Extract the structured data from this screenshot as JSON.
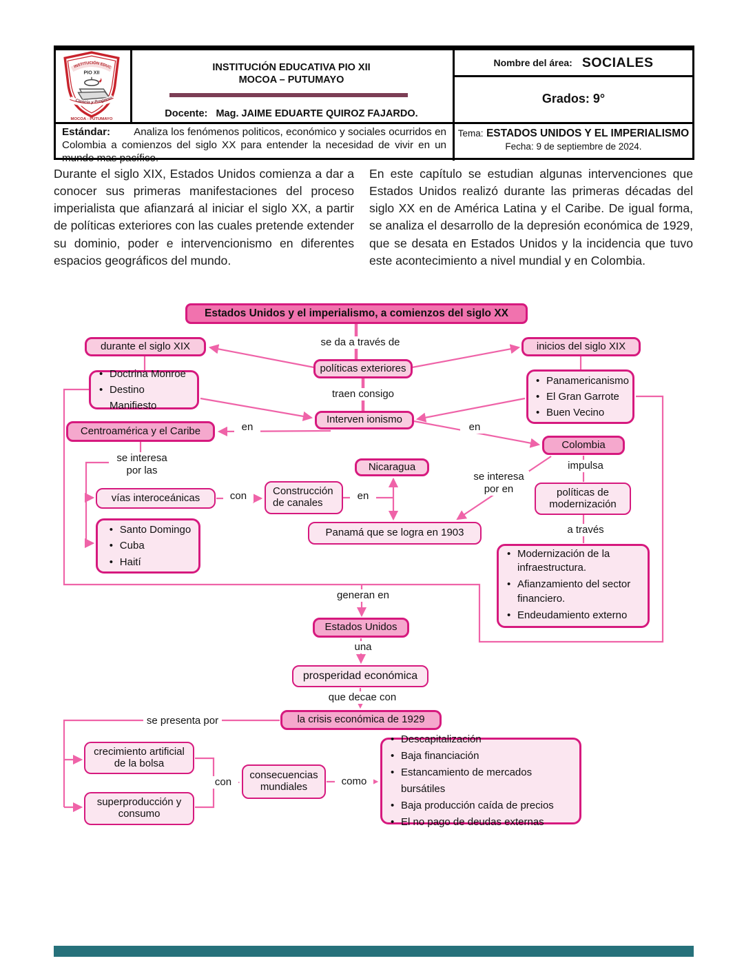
{
  "page": {
    "footer_bar_color": "#26717b"
  },
  "header": {
    "logo": {
      "banner_text": "INSTITUCIÓN EDUCATIVA",
      "name": "PIO XII",
      "motto": "Ciencia y Progreso",
      "city": "MOCOA - PUTUMAYO"
    },
    "school_line1": "INSTITUCIÓN EDUCATIVA PIO XII",
    "school_line2": "MOCOA – PUTUMAYO",
    "docente_label": "Docente:",
    "docente_value": "Mag. JAIME EDUARTE QUIROZ FAJARDO.",
    "area_label": "Nombre del área:",
    "area_value": "SOCIALES",
    "grados": "Grados: 9°",
    "estandar_label": "Estándar:",
    "estandar_text": "Analiza los fenómenos politicos, económico y sociales ocurridos en Colombia a comienzos del siglo XX para entender la necesidad de vivir en un mundo mas pacífico.",
    "tema_label": "Tema:",
    "tema_value": "ESTADOS UNIDOS Y EL IMPERIALISMO",
    "fecha": "Fecha: 9 de septiembre de 2024."
  },
  "intro": {
    "left_paragraph": "Durante el siglo XIX, Estados Unidos comienza a dar a conocer sus primeras manifestaciones del proceso imperialista que afianzará al iniciar el siglo XX, a partir de políticas exteriores con las cuales pretende extender su dominio, poder e intervencionismo en diferentes espacios geográficos del mundo.",
    "right_paragraph": "En este capítulo se estudian algunas intervenciones que Estados Unidos realizó durante las primeras décadas del siglo XX en de América Latina y el Caribe. De igual forma, se analiza el desarrollo de la depresión económica de 1929, que se desata en Estados Unidos y la incidencia que tuvo este acontecimiento a nivel mundial y en Colombia."
  },
  "diagram": {
    "palette": {
      "border": "#d6197e",
      "strong_fill": "#f172ae",
      "medium_fill": "#f5a8cd",
      "soft_fill": "#f9cce0",
      "light_fill": "#fbe6f0",
      "line": "#ef63a8"
    },
    "title": "Estados Unidos y el imperialismo, a comienzos del siglo XX",
    "nodes": {
      "durante": "durante el siglo XIX",
      "inicios": "inicios del siglo XIX",
      "politicas_exteriores": "políticas exteriores",
      "intervencionismo": "Interven ionismo",
      "centroamerica": "Centroamérica y el Caribe",
      "colombia": "Colombia",
      "nicaragua": "Nicaragua",
      "politicas_modernizacion": "políticas de modernización",
      "vias": "vías interoceánicas",
      "construccion": "Construcción de canales",
      "panama": "Panamá que se logra en 1903",
      "estados_unidos": "Estados Unidos",
      "prosperidad": "prosperidad económica",
      "crisis": "la crisis económica de 1929",
      "crecimiento": "crecimiento artificial de la bolsa",
      "superproduccion": "superproducción y consumo",
      "consecuencias": "consecuencias mundiales",
      "doctrinas": [
        "Doctrina Monroe",
        "Destino Manifiesto"
      ],
      "politicas_items": [
        "Panamericanismo",
        "El Gran Garrote",
        "Buen Vecino"
      ],
      "islas": [
        "Santo Domingo",
        "Cuba",
        "Haití"
      ],
      "modernizacion_items": [
        "Modernización de la infraestructura.",
        "Afianzamiento del sector financiero.",
        "Endeudamiento externo"
      ],
      "consecuencias_items": [
        "Descapitalización",
        "Baja financiación",
        "Estancamiento de mercados bursátiles",
        "Baja producción caída de precios",
        "El no pago de deudas externas"
      ]
    },
    "labels": {
      "se_da": "se da a través de",
      "traen": "traen consigo",
      "en_izq": "en",
      "en_der": "en",
      "se_interesa_las": "se interesa por las",
      "impulsa": "impulsa",
      "se_interesa_en": "se interesa por en",
      "con_canales": "con",
      "en_canales": "en",
      "a_traves": "a través",
      "generan_en": "generan en",
      "una": "una",
      "que_decae": "que decae con",
      "se_presenta": "se presenta por",
      "con_consecuencias": "con",
      "como": "como"
    }
  }
}
